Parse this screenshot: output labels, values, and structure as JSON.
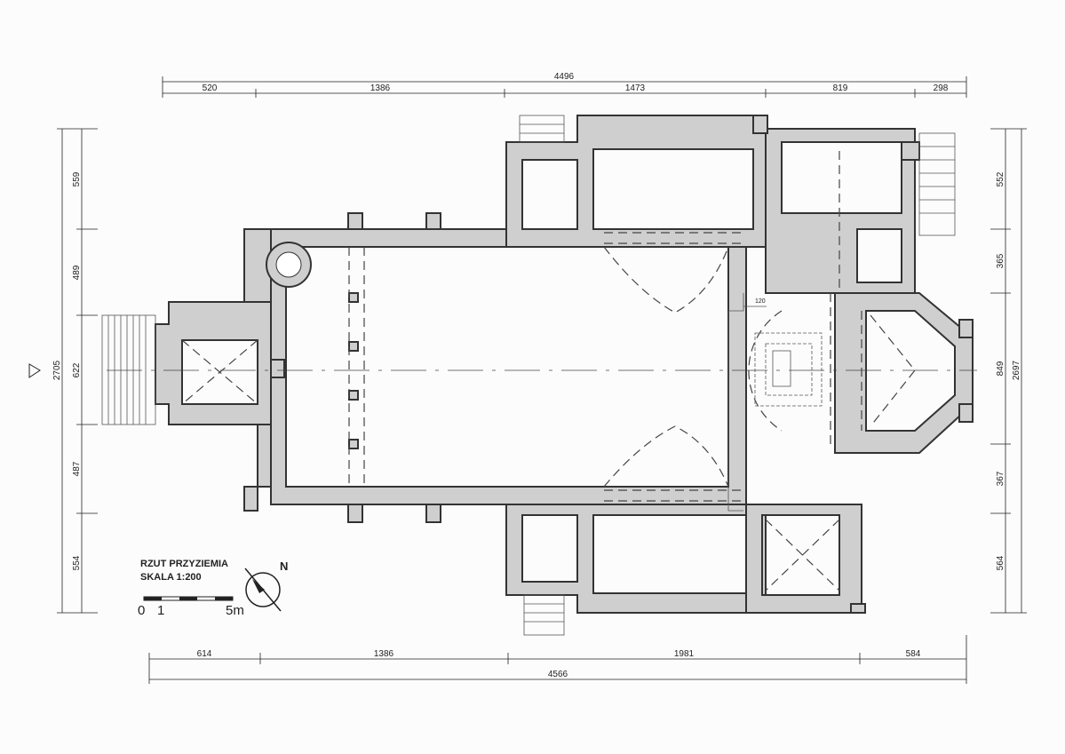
{
  "legend": {
    "title": "RZUT PRZYZIEMIA",
    "scale": "SKALA  1:200",
    "scale_start": "0",
    "scale_one": "1",
    "scale_end": "5m",
    "north": "N"
  },
  "dimensions": {
    "top_total": "4496",
    "top": [
      "520",
      "1386",
      "1473",
      "819",
      "298"
    ],
    "bottom": [
      "614",
      "1386",
      "1981",
      "584"
    ],
    "bottom_total": "4566",
    "left": [
      "559",
      "489",
      "622",
      "487",
      "554"
    ],
    "left_total": "2705",
    "right": [
      "552",
      "365",
      "849",
      "367",
      "564"
    ],
    "right_total": "2697",
    "chancel_step": "120"
  },
  "colors": {
    "wall_fill": "#cfcfcf",
    "line": "#333333"
  }
}
